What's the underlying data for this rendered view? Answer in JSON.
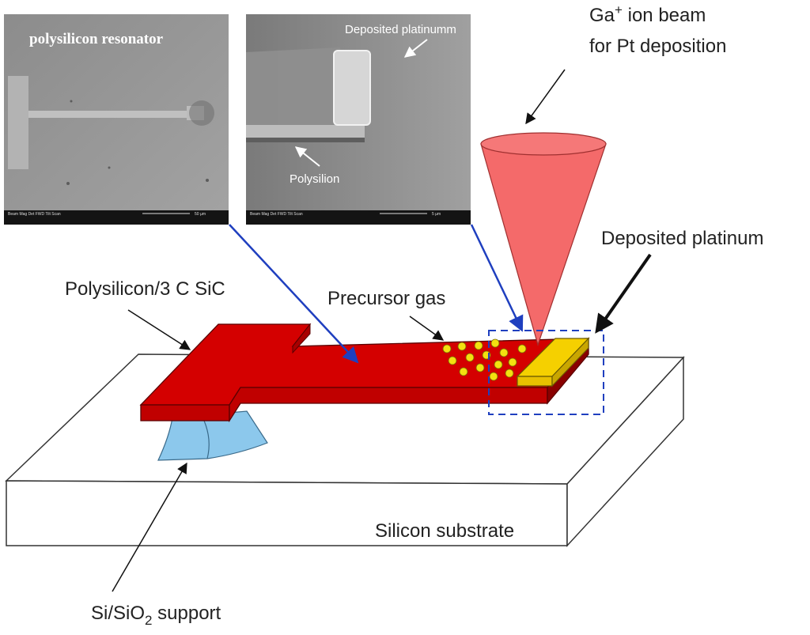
{
  "labels": {
    "ion_beam_line1": "Ga",
    "ion_beam_plus": "+",
    "ion_beam_line1_rest": " ion beam",
    "ion_beam_line2": "for Pt deposition",
    "deposited_platinum": "Deposited platinum",
    "polysilicon_sic": "Polysilicon/3 C SiC",
    "precursor_gas": "Precursor gas",
    "silicon_substrate": "Silicon substrate",
    "support_prefix": "Si/SiO",
    "support_sub": "2",
    "support_suffix": " support"
  },
  "sem_left": {
    "title": "polysilicon resonator",
    "scale_text": "50 µm"
  },
  "sem_right": {
    "deposited_label": "Deposited platinumm",
    "polysilicon_label": "Polysilion",
    "scale_text": "5 µm"
  },
  "colors": {
    "cantilever": "#d40000",
    "platinum": "#f5d000",
    "ion_beam": "#f46a6a",
    "support": "#8cc8ec",
    "gas": "#f4e010",
    "arrow_blue": "#1f3fbf",
    "dashed_box": "#1f3fbf"
  }
}
